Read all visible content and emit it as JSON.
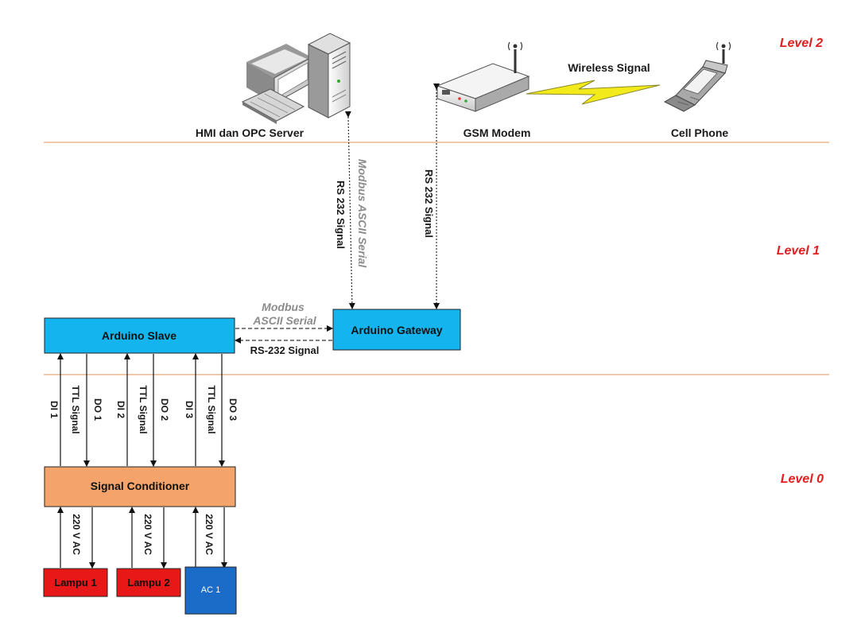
{
  "colors": {
    "level_text": "#e02020",
    "divider": "#e8a878",
    "slave_fill": "#14b4ee",
    "gateway_fill": "#14b4ee",
    "conditioner_fill": "#f4a46a",
    "lamp_fill": "#e81818",
    "ac_fill": "#1a6cc8",
    "serial_text": "#8c8c8c",
    "lightning": "#f2ea1a"
  },
  "levels": {
    "l2": "Level 2",
    "l1": "Level 1",
    "l0": "Level 0"
  },
  "devices": {
    "hmi": "HMI dan OPC Server",
    "modem": "GSM Modem",
    "phone": "Cell Phone",
    "wireless": "Wireless Signal"
  },
  "links": {
    "modbus_vertical": "Modbus ASCII Serial",
    "rs232_pc": "RS 232 Signal",
    "rs232_modem": "RS 232 Signal",
    "modbus_h_line1": "Modbus",
    "modbus_h_line2": "ASCII Serial",
    "rs232_h": "RS-232 Signal"
  },
  "boxes": {
    "slave": "Arduino Slave",
    "gateway": "Arduino Gateway",
    "conditioner": "Signal Conditioner",
    "lampu1": "Lampu 1",
    "lampu2": "Lampu 2",
    "ac1": "AC 1"
  },
  "io": {
    "di1": "DI 1",
    "do1": "DO 1",
    "di2": "DI 2",
    "do2": "DO 2",
    "di3": "DI 3",
    "do3": "DO 3",
    "ttl1": "TTL Signal",
    "ttl2": "TTL Signal",
    "ttl3": "TTL Signal",
    "ac_v1": "220 V AC",
    "ac_v2": "220 V AC",
    "ac_v3": "220 V AC"
  }
}
